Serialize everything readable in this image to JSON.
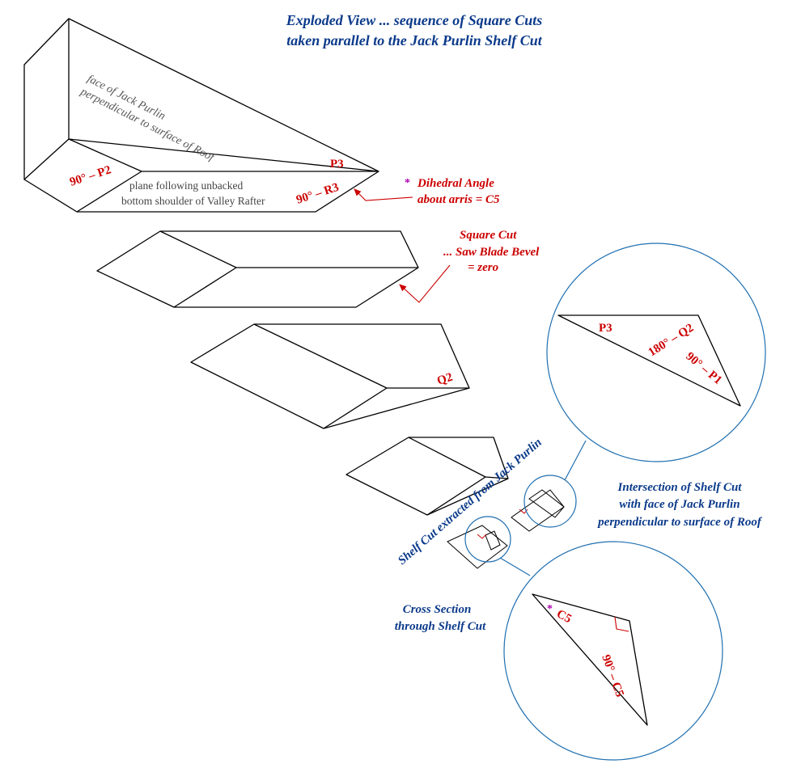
{
  "title": {
    "line1": "Exploded View ... sequence of Square Cuts",
    "line2": "taken parallel to the Jack Purlin Shelf Cut"
  },
  "block1": {
    "face_note": [
      "face of Jack Purlin",
      "perpendicular to surface of Roof"
    ],
    "plane_note": [
      "plane following unbacked",
      "bottom shoulder of Valley Rafter"
    ],
    "label_p3": "P3",
    "label_90_p2": "90° – P2",
    "label_90_r3": "90° – R3"
  },
  "dihedral": {
    "star": "*",
    "line1": "Dihedral Angle",
    "line2": "about arris = C5"
  },
  "square_cut": {
    "line1": "Square Cut",
    "line2": "... Saw Blade Bevel",
    "line3": "= zero"
  },
  "block3": {
    "label_q2": "Q2"
  },
  "shelf_extract": "Shelf Cut extracted from Jack Purlin",
  "circle_top": {
    "label_p3": "P3",
    "label_180_q2": "180° – Q2",
    "label_90_p1": "90° – P1"
  },
  "intersection_note": [
    "Intersection of Shelf Cut",
    "with face of Jack Purlin",
    "perpendicular to surface of Roof"
  ],
  "cross_section_note": [
    "Cross Section",
    "through Shelf Cut"
  ],
  "circle_bottom": {
    "star": "*",
    "label_c5": "C5",
    "label_90_c5": "90° – C5"
  },
  "colors": {
    "title": "#0b3a8a",
    "red_labels": "#cc0000",
    "circle_outline": "#1f6fb0",
    "star": "#b000b0"
  }
}
